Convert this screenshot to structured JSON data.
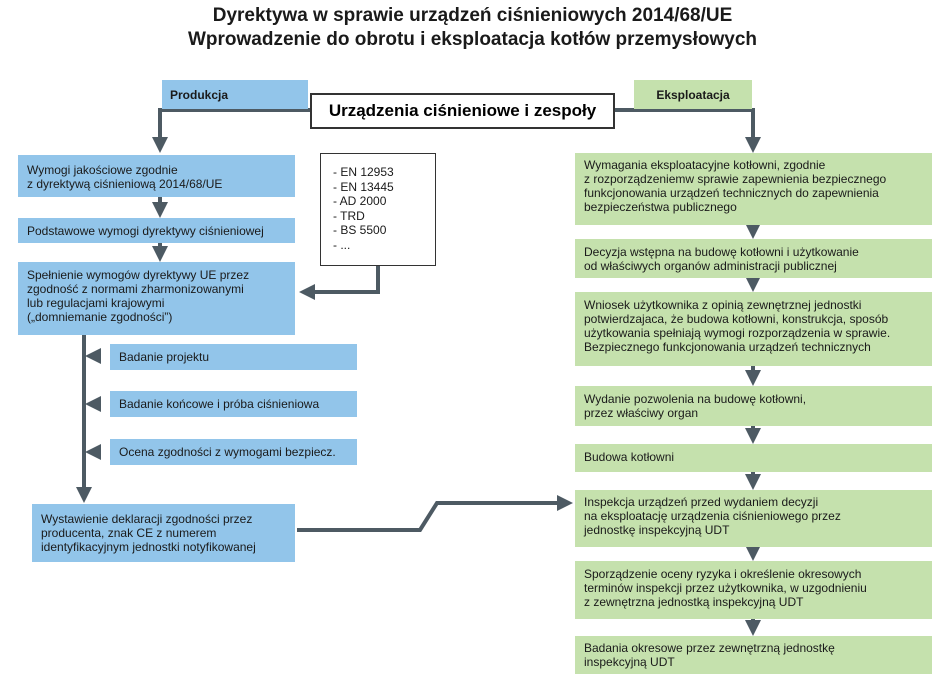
{
  "title": {
    "line1": "Dyrektywa w sprawie urządzeń ciśnieniowych 2014/68/UE",
    "line2": "Wprowadzenie do obrotu i eksploatacja kotłów przemysłowych"
  },
  "central_label": "Urządzenia ciśnieniowe i zespoły",
  "production": {
    "header": "Produkcja",
    "steps": [
      "Wymogi jakościowe zgodnie\nz dyrektywą ciśnieniową 2014/68/UE",
      "Podstawowe wymogi dyrektywy ciśnieniowej",
      "Spełnienie wymogów dyrektywy UE przez\nzgodność z normami zharmonizowanymi\nlub regulacjami krajowymi\n(„domniemanie zgodności”)"
    ],
    "substeps": [
      "Badanie projektu",
      "Badanie końcowe i próba ciśnieniowa",
      "Ocena zgodności z wymogami bezpiecz."
    ],
    "final": "Wystawienie deklaracji zgodności przez\nproducenta, znak CE z numerem\nidentyfikacyjnym jednostki notyfikowanej"
  },
  "standards": [
    "- EN 12953",
    "- EN 13445",
    "- AD 2000",
    "- TRD",
    "- BS 5500",
    "- ..."
  ],
  "operation": {
    "header": "Eksploatacja",
    "steps": [
      "Wymagania eksploatacyjne kotłowni, zgodnie\nz rozporządzeniemw sprawie zapewnienia bezpiecznego\nfunkcjonowania urządzeń technicznych do zapewnienia\nbezpieczeństwa publicznego",
      "Decyzja wstępna na budowę kotłowni i użytkowanie\nod właściwych organów administracji publicznej",
      "Wniosek użytkownika z opinią zewnętrznej jednostki\npotwierdzajaca, że budowa kotłowni, konstrukcja, sposób\nużytkowania spełniają wymogi rozporządzenia w sprawie.\nBezpiecznego funkcjonowania urządzeń technicznych",
      "Wydanie pozwolenia na budowę kotłowni,\nprzez właściwy organ",
      "Budowa kotłowni",
      "Inspekcja urządzeń przed wydaniem decyzji\nna eksploatację urządzenia ciśnieniowego przez\njednostkę inspekcyjną UDT",
      "Sporządzenie oceny ryzyka i określenie okresowych\nterminów inspekcji przez użytkownika, w uzgodnieniu\nz zewnętrzna jednostką inspekcyjną UDT",
      "Badania okresowe przez zewnętrzną jednostkę\ninspekcyjną UDT"
    ]
  },
  "colors": {
    "production": "#92c5ea",
    "operation": "#c5e1ad",
    "arrow": "#4d5a63"
  }
}
